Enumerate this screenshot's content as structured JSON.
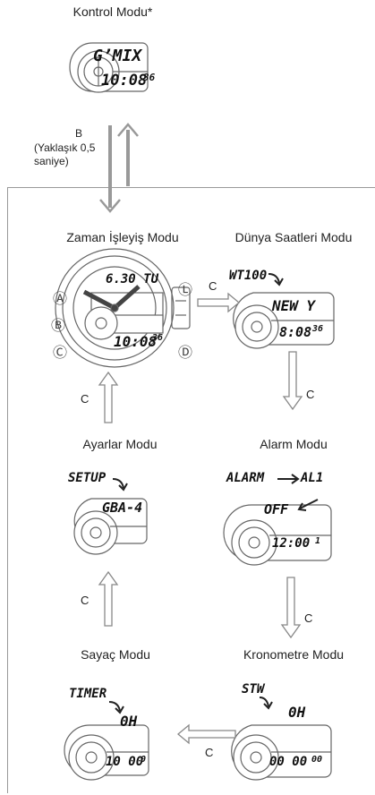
{
  "control_mode": {
    "title": "Kontrol Modu*",
    "display_top": "G’MIX",
    "time": "10:08",
    "seconds": "36"
  },
  "transition": {
    "button": "B",
    "note_line1": "(Yaklaşık 0,5",
    "note_line2": "saniye)"
  },
  "modes": {
    "timekeeping": {
      "title": "Zaman İşleyiş Modu",
      "display_top": "6.30 TU",
      "time": "10:08",
      "seconds": "36",
      "buttons": {
        "a": "Ⓐ",
        "b": "Ⓑ",
        "c": "Ⓒ",
        "d": "Ⓓ",
        "l": "Ⓛ"
      }
    },
    "world_time": {
      "title": "Dünya Saatleri Modu",
      "callout": "WT100",
      "display_top": "NEW Y",
      "time": "8:08",
      "seconds": "36"
    },
    "alarm": {
      "title": "Alarm Modu",
      "callout_left": "ALARM",
      "callout_right": "AL1",
      "display_top": "OFF",
      "time": "12:00",
      "seconds": "1"
    },
    "settings": {
      "title": "Ayarlar Modu",
      "callout": "SETUP",
      "display_top": "GBA-4"
    },
    "stopwatch": {
      "title": "Kronometre Modu",
      "callout": "STW",
      "display_top": "0H",
      "time": "00 00",
      "seconds": "00"
    },
    "timer": {
      "title": "Sayaç Modu",
      "callout": "TIMER",
      "display_top": "0H",
      "time": "10 00",
      "seconds": "0"
    }
  },
  "arrow_labels": {
    "c1": "C",
    "c2": "C",
    "c3": "C",
    "c4": "C",
    "c5": "C",
    "c6": "C"
  }
}
